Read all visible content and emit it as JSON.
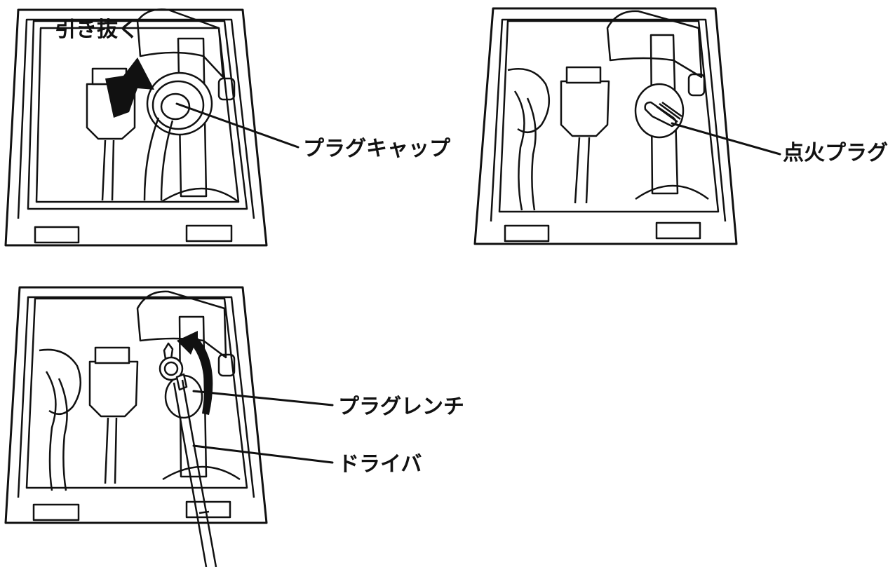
{
  "panels": [
    {
      "id": "remove-cap",
      "labels": {
        "action": "引き抜く",
        "part": "プラグキャップ"
      }
    },
    {
      "id": "spark-plug",
      "labels": {
        "part": "点火プラグ"
      }
    },
    {
      "id": "wrench",
      "labels": {
        "tool": "プラグレンチ",
        "driver": "ドライバ"
      }
    }
  ]
}
